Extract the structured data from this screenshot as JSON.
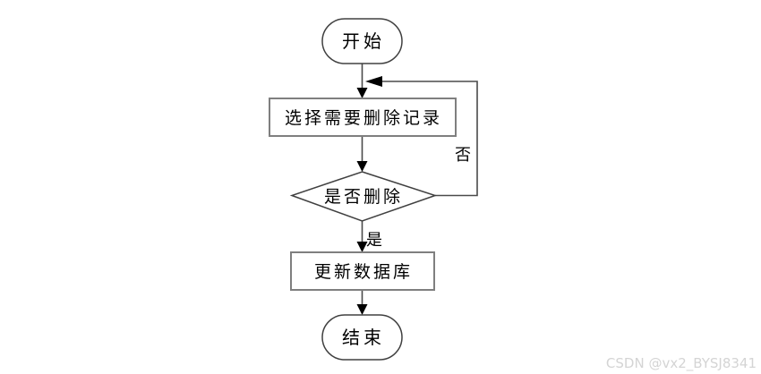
{
  "flowchart": {
    "title": "delete-record-flowchart",
    "nodes": {
      "start": {
        "type": "terminator",
        "label": "开始"
      },
      "select": {
        "type": "process",
        "label": "选择需要删除记录"
      },
      "decision": {
        "type": "decision",
        "label": "是否删除"
      },
      "update": {
        "type": "process",
        "label": "更新数据库"
      },
      "end": {
        "type": "terminator",
        "label": "结束"
      }
    },
    "edge_labels": {
      "no": "否",
      "yes": "是"
    },
    "colors": {
      "background": "#ffffff",
      "terminator_border": "#404040",
      "process_border": "#7f7f7f",
      "line": "#4a4a4a",
      "arrowhead": "#000000",
      "text": "#000000",
      "watermark": "#d4d4d4"
    }
  },
  "watermark": {
    "text": "CSDN @vx2_BYSJ8341"
  }
}
